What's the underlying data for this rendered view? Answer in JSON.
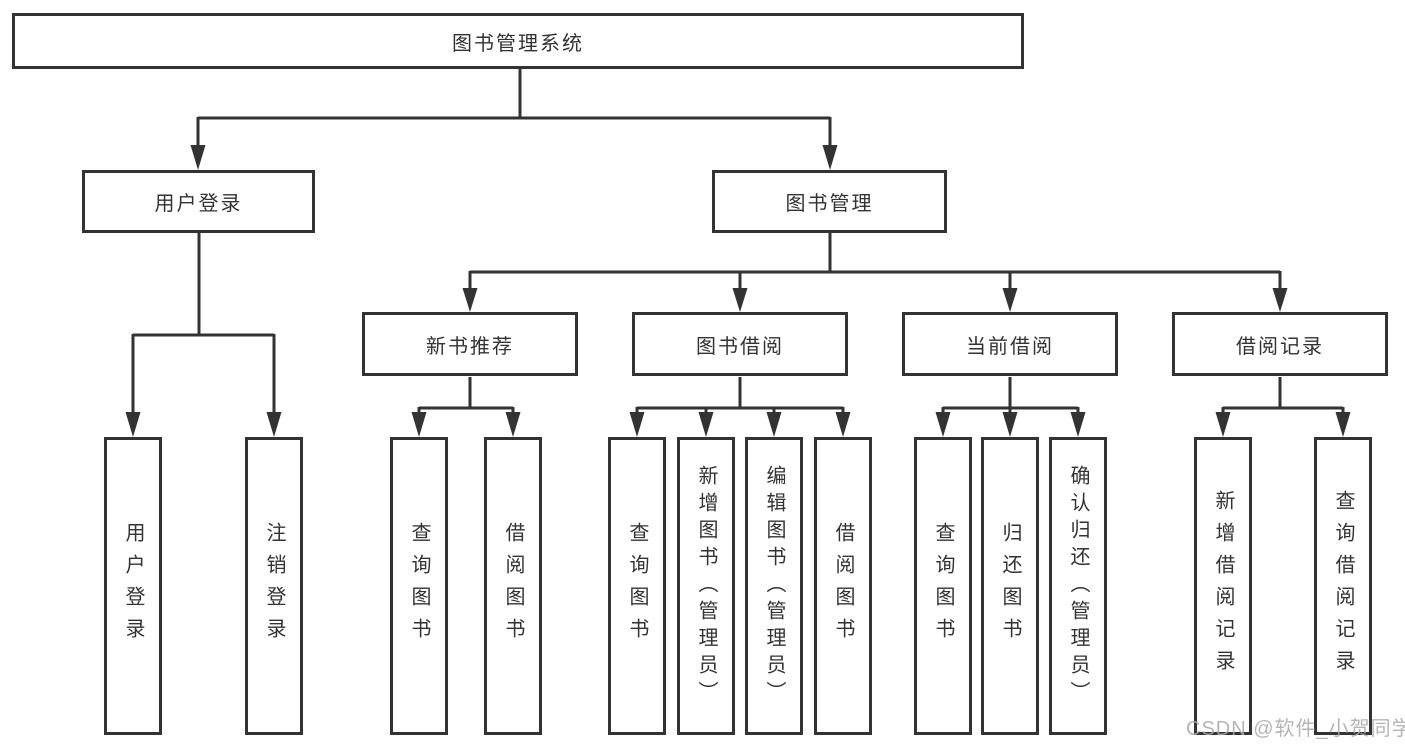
{
  "tree": {
    "label": "图书管理系统",
    "children": [
      {
        "label": "用户登录",
        "children": [
          {
            "label": "用户登录"
          },
          {
            "label": "注销登录"
          }
        ]
      },
      {
        "label": "图书管理",
        "children": [
          {
            "label": "新书推荐",
            "children": [
              {
                "label": "查询图书"
              },
              {
                "label": "借阅图书"
              }
            ]
          },
          {
            "label": "图书借阅",
            "children": [
              {
                "label": "查询图书"
              },
              {
                "label": "新增图书（管理员）"
              },
              {
                "label": "编辑图书（管理员）"
              },
              {
                "label": "借阅图书"
              }
            ]
          },
          {
            "label": "当前借阅",
            "children": [
              {
                "label": "查询图书"
              },
              {
                "label": "归还图书"
              },
              {
                "label": "确认归还（管理员）"
              }
            ]
          },
          {
            "label": "借阅记录",
            "children": [
              {
                "label": "新增借阅记录"
              },
              {
                "label": "查询借阅记录"
              }
            ]
          }
        ]
      }
    ]
  },
  "watermark": {
    "text": "CSDN @软件_小贺同学",
    "color": "#a9a9a9"
  },
  "colors": {
    "line": "#333333",
    "box_border": "#333333",
    "text": "#333333",
    "background": "#ffffff"
  }
}
